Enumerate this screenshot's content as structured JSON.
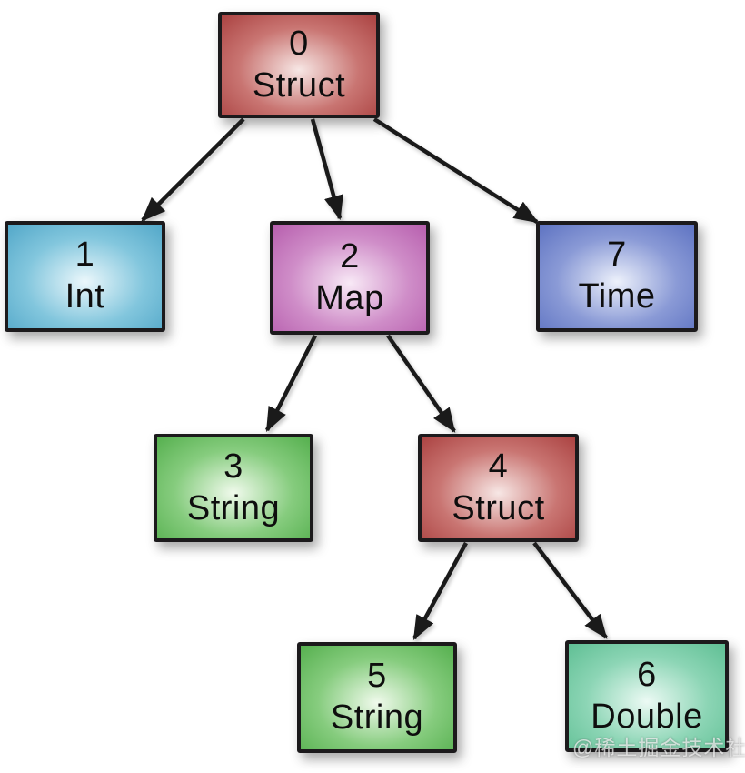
{
  "diagram": {
    "type": "tree",
    "background_color": "#ffffff",
    "edge_color": "#1a1a1a",
    "node_border_color": "#1c1a1c",
    "text_color": "#0e0e0e",
    "nodes": [
      {
        "id": "0",
        "label": "Struct",
        "theme": "red"
      },
      {
        "id": "1",
        "label": "Int",
        "theme": "cyan"
      },
      {
        "id": "2",
        "label": "Map",
        "theme": "magenta"
      },
      {
        "id": "7",
        "label": "Time",
        "theme": "periwinkle"
      },
      {
        "id": "3",
        "label": "String",
        "theme": "green"
      },
      {
        "id": "4",
        "label": "Struct",
        "theme": "red"
      },
      {
        "id": "5",
        "label": "String",
        "theme": "green"
      },
      {
        "id": "6",
        "label": "Double",
        "theme": "teal"
      }
    ],
    "edges": [
      {
        "from": "0",
        "to": "1"
      },
      {
        "from": "0",
        "to": "2"
      },
      {
        "from": "0",
        "to": "7"
      },
      {
        "from": "2",
        "to": "3"
      },
      {
        "from": "2",
        "to": "4"
      },
      {
        "from": "4",
        "to": "5"
      },
      {
        "from": "4",
        "to": "6"
      }
    ],
    "themes": {
      "red": {
        "edge": "#ab4342",
        "mid": "#c97572",
        "center": "#f7e7e5"
      },
      "cyan": {
        "edge": "#53a8c9",
        "mid": "#82c6dd",
        "center": "#ebf7fb"
      },
      "magenta": {
        "edge": "#b75fae",
        "mid": "#cf8dc8",
        "center": "#f8e9f6"
      },
      "periwinkle": {
        "edge": "#5e73c2",
        "mid": "#8a9ad6",
        "center": "#edf1fb"
      },
      "green": {
        "edge": "#56b04f",
        "mid": "#86cc7e",
        "center": "#f0faec"
      },
      "teal": {
        "edge": "#5fbf94",
        "mid": "#8cd5b5",
        "center": "#ecfaf4"
      }
    },
    "watermark": "@稀土掘金技术社区"
  }
}
